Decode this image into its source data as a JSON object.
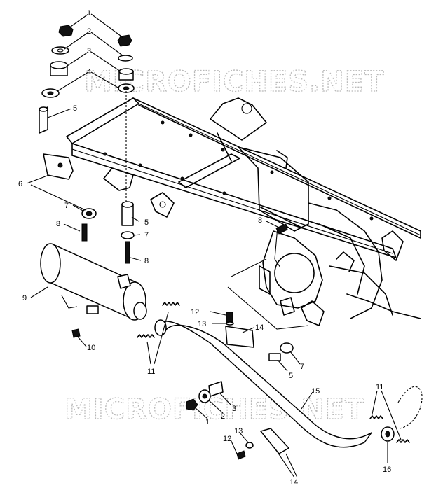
{
  "watermark": "MICROFICHES.NET",
  "callouts": [
    "1",
    "2",
    "3",
    "4",
    "5",
    "6",
    "7",
    "8",
    "5",
    "7",
    "8",
    "9",
    "10",
    "11",
    "12",
    "13",
    "14",
    "7",
    "5",
    "15",
    "3",
    "2",
    "1",
    "11",
    "13",
    "12",
    "16",
    "14",
    "8"
  ],
  "icons": {
    "nut": "hex-nut-icon",
    "washer": "washer-icon",
    "spring": "coil-spring-icon",
    "bolt": "bolt-icon"
  },
  "colors": {
    "ink": "#000000",
    "paper": "#ffffff",
    "watermark": "#b8b8b8"
  }
}
